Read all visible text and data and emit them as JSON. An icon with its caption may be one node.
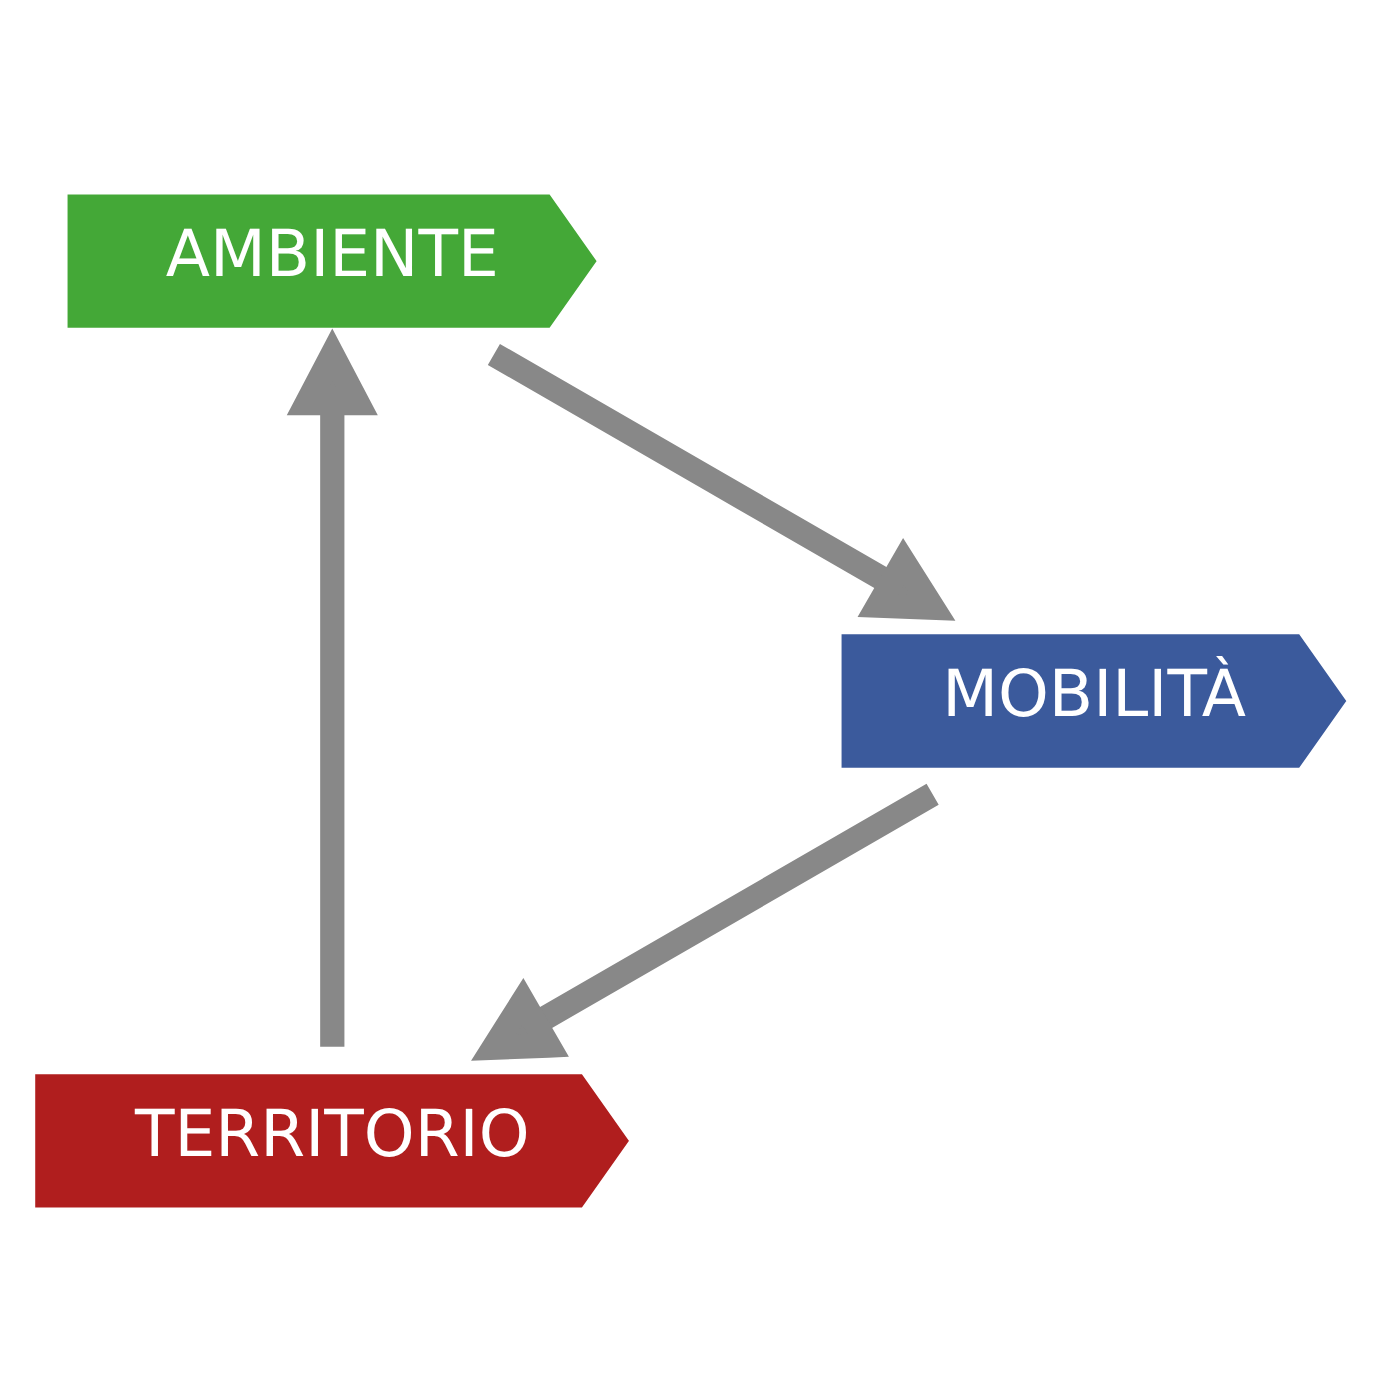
{
  "diagram": {
    "nodes": [
      {
        "text": [
          "TERRITORIO"
        ]
      },
      {
        "text": [
          "AMBIENTE"
        ]
      },
      {
        "text": [
          "MOBILITÀ"
        ]
      }
    ],
    "edges": [
      {
        "from": 0,
        "to": 1,
        "arrow": "to"
      },
      {
        "from": 1,
        "to": 2,
        "arrow": "to"
      },
      {
        "from": 2,
        "to": 0,
        "arrow": "to"
      }
    ]
  }
}
